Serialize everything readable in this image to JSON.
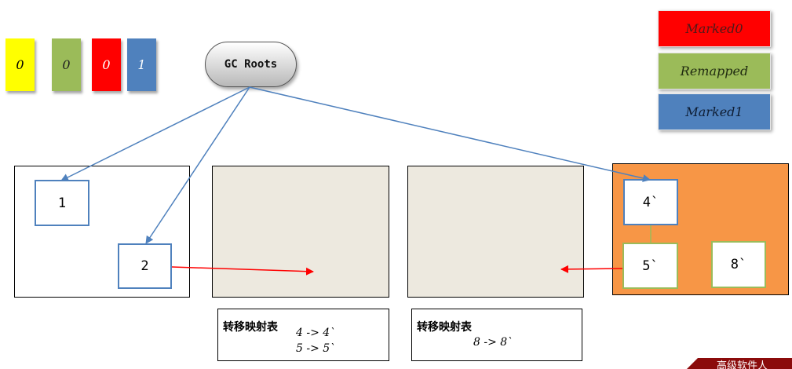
{
  "bits": [
    {
      "label": "0",
      "color": "#ffff00"
    },
    {
      "label": "0",
      "color": "#9bbb59"
    },
    {
      "label": "0",
      "color": "#ff0000"
    },
    {
      "label": "1",
      "color": "#4f81bd"
    }
  ],
  "gc_roots": "GC Roots",
  "legend": [
    {
      "label": "Marked0",
      "color": "#ff0000",
      "text_color": "#4d1a1a"
    },
    {
      "label": "Remapped",
      "color": "#9bbb59",
      "text_color": "#1f2a10"
    },
    {
      "label": "Marked1",
      "color": "#4f81bd",
      "text_color": "#0e1d33"
    }
  ],
  "objects": {
    "obj1": "1",
    "obj2": "2",
    "obj4": "4`",
    "obj5": "5`",
    "obj8": "8`"
  },
  "forwarding_tables": [
    {
      "title": "转移映射表",
      "entries": [
        "4 -> 4`",
        "5 -> 5`"
      ]
    },
    {
      "title": "转移映射表",
      "entries": [
        "8 -> 8`"
      ]
    }
  ],
  "watermark": "高级软件人",
  "colors": {
    "pointer": "#4f81bd",
    "forward": "#ff0000",
    "reference": "#9bbb59",
    "region_beige": "#ede9df",
    "region_orange": "#f79646"
  }
}
